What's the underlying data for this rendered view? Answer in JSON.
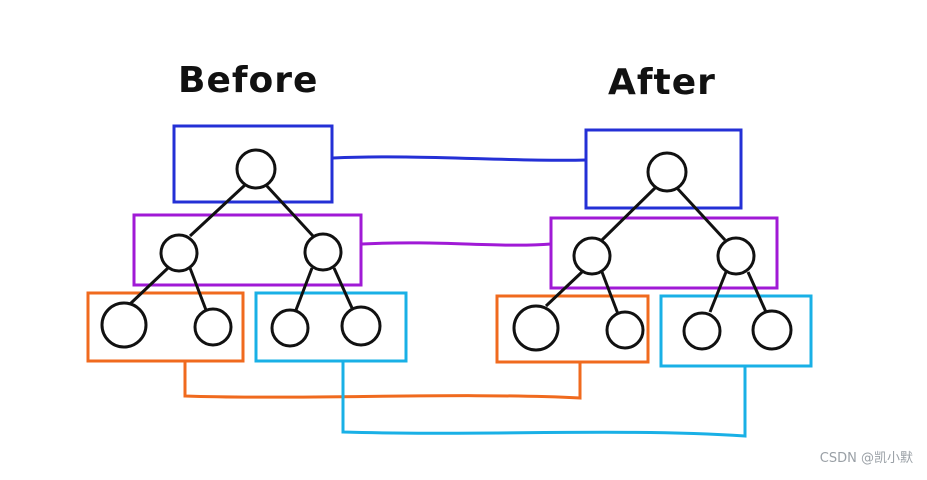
{
  "titles": {
    "before": "Before",
    "after": "After"
  },
  "watermark": "CSDN @凯小默",
  "colors": {
    "level1": "#2430d6",
    "level2": "#a01ad6",
    "subtree_left": "#f06a1e",
    "subtree_right": "#19b0e6",
    "node_stroke": "#111111",
    "node_fill": "#ffffff"
  }
}
